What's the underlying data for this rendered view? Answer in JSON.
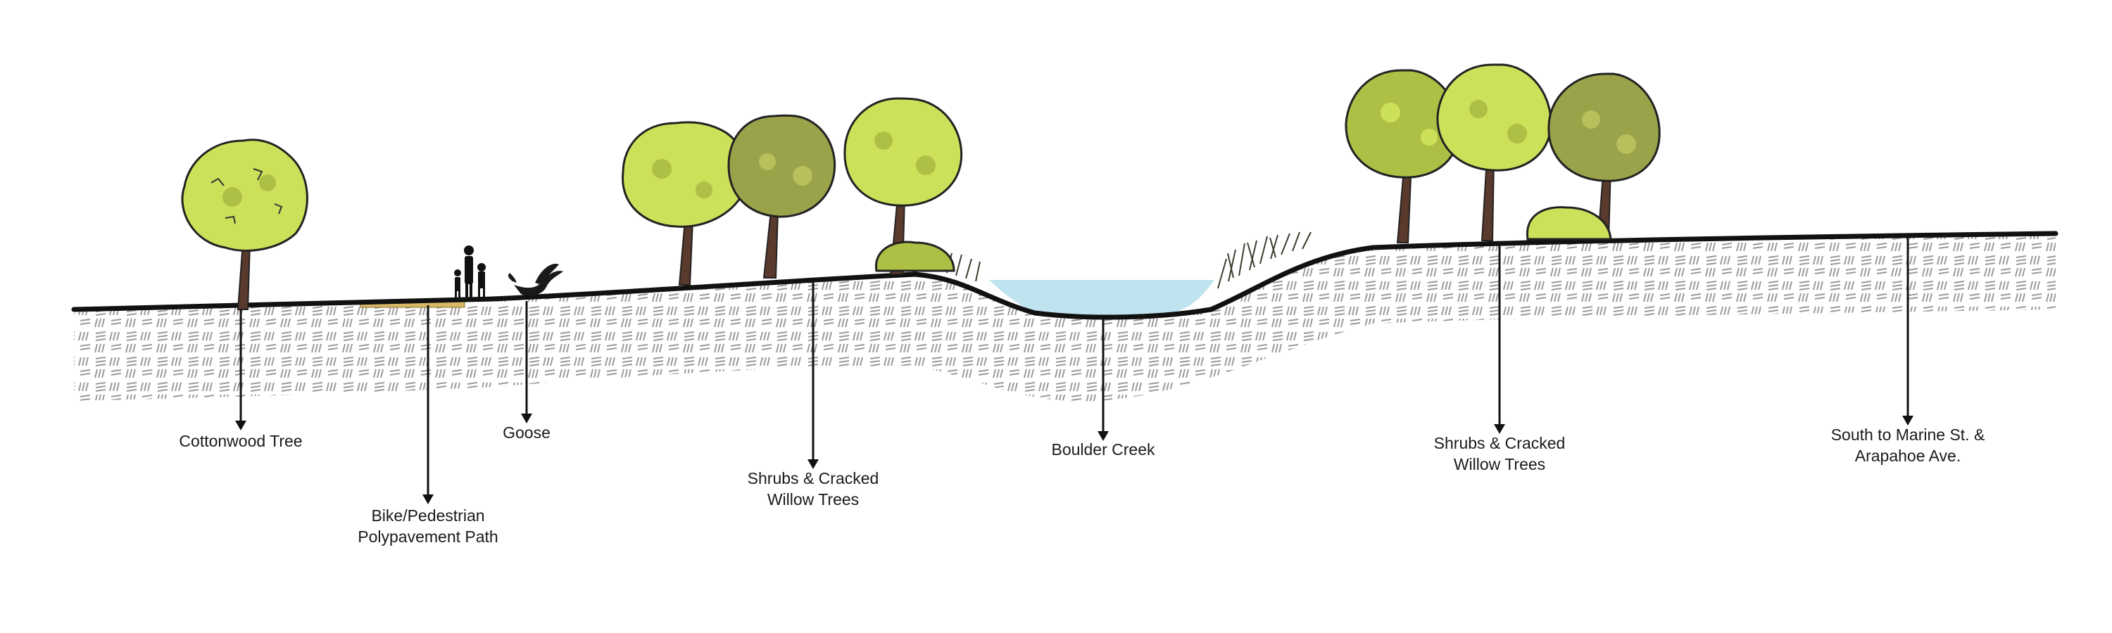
{
  "labels": {
    "cottonwood": "Cottonwood Tree",
    "bike_path": "Bike/Pedestrian\nPolypavement Path",
    "goose": "Goose",
    "shrubs_left": "Shrubs & Cracked\nWillow Trees",
    "creek": "Boulder Creek",
    "shrubs_right": "Shrubs & Cracked\nWillow Trees",
    "south": "South to Marine St. &\nArapahoe Ave."
  },
  "colors": {
    "ground_line": "#111111",
    "water": "#bfe3ef",
    "foliage_light": "#cde05a",
    "foliage_mid": "#aebf45",
    "foliage_olive": "#9aa24a",
    "trunk": "#5a3a2c",
    "path": "#d8b867",
    "hatch": "#9a9a9a"
  }
}
